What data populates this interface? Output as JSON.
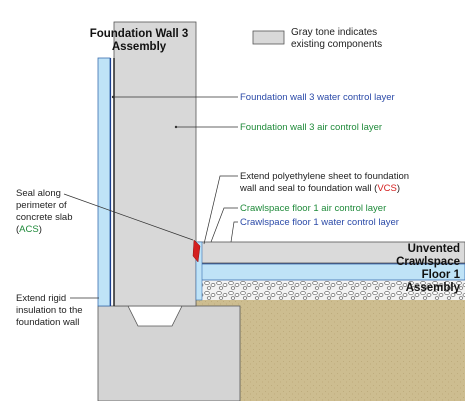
{
  "title": {
    "line1": "Foundation Wall 3",
    "line2": "Assembly"
  },
  "legend": {
    "text_line1": "Gray tone indicates",
    "text_line2": "existing components",
    "swatch_color": "#d9d9d9"
  },
  "callouts": {
    "water_wall": "Foundation wall 3 water control layer",
    "air_wall": "Foundation wall 3 air control layer",
    "poly_line1": "Extend polyethylene sheet to foundation",
    "poly_line2_a": "wall and seal to foundation wall (",
    "poly_vcs": "VCS",
    "poly_line2_b": ")",
    "air_floor": "Crawlspace floor 1 air control layer",
    "water_floor": "Crawlspace floor 1 water control layer",
    "seal_line1": "Seal along",
    "seal_line2": "perimeter of",
    "seal_line3": "concrete slab",
    "seal_acs_open": "(",
    "seal_acs": "ACS",
    "seal_acs_close": ")",
    "rigid_line1": "Extend rigid",
    "rigid_line2": "insulation to the",
    "rigid_line3": "foundation wall"
  },
  "floor_title": {
    "line1": "Unvented",
    "line2": "Crawlspace",
    "line3": "Floor 1",
    "line4": "Assembly"
  },
  "colors": {
    "water_control": "#2b4aa8",
    "air_control": "#1f8a3a",
    "vapor_control": "#d42020",
    "insulation": "#bfe3f7",
    "concrete": "#d6d6d6",
    "soil": "#c9b88a"
  }
}
